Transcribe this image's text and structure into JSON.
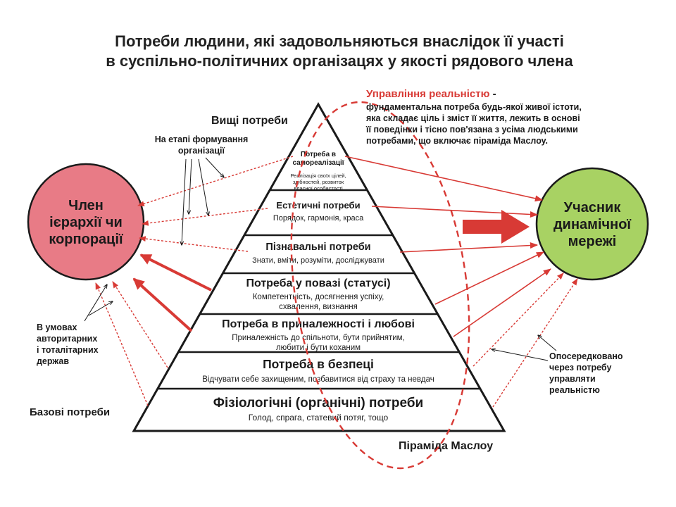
{
  "title": {
    "line1": "Потреби людини, які задовольняються внаслідок її участі",
    "line2": "в  суспільно-політичних організацях у якості рядового члена"
  },
  "left_circle": {
    "lines": [
      "Член",
      "ієрархії чи",
      "корпорації"
    ],
    "fill": "#e87b86"
  },
  "right_circle": {
    "lines": [
      "Учасник",
      "динамічної",
      "мережі"
    ],
    "fill": "#a8d263"
  },
  "pyramid": {
    "higher_label": "Вищі потреби",
    "base_label": "Базові потреби",
    "caption": "Піраміда Маслоу",
    "levels": [
      {
        "title": [
          "Потреба в",
          "самореалізації"
        ],
        "desc": [
          "Реалізація своїх цілей,",
          "здібностей, розвиток",
          "власної особистості"
        ]
      },
      {
        "title": [
          "Естетичні потреби"
        ],
        "desc": [
          "Порядок, гармонія, краса"
        ]
      },
      {
        "title": [
          "Пізнавальні потреби"
        ],
        "desc": [
          "Знати, вміти, розуміти, досліджувати"
        ]
      },
      {
        "title": [
          "Потреба у повазі (статусі)"
        ],
        "desc": [
          "Компетентність, досягнення успіху,",
          "схвалення, визнання"
        ]
      },
      {
        "title": [
          "Потреба в приналежності і любові"
        ],
        "desc": [
          "Приналежність до спільноти, бути прийнятим,",
          "любити і бути коханим"
        ]
      },
      {
        "title": [
          "Потреба в безпеці"
        ],
        "desc": [
          "Відчувати себе захищеним, позбавитися від страху та невдач"
        ]
      },
      {
        "title": [
          "Фізіологічні (органічні) потреби"
        ],
        "desc": [
          "Голод, спрага, статевий потяг, тощо"
        ]
      }
    ]
  },
  "annotations": {
    "formation": [
      "На етапі формування",
      "організації"
    ],
    "authoritarian": [
      "В умовах",
      "авторитарних",
      "і тоталітарних",
      "держав"
    ],
    "mediated": [
      "Опосередковано",
      "через потребу",
      "управляти",
      "реальністю"
    ],
    "reality": {
      "head": "Управління реальністю",
      "dash": " -",
      "lines": [
        "фундаментальна потреба будь-якої живої  істоти,",
        "яка складає  ціль і зміст її життя,  лежить в основі",
        "її поведінки і тісно пов'язана з усіма людськими",
        "потребами, що включає піраміда Маслоу."
      ]
    }
  },
  "colors": {
    "accent_red": "#d83a35",
    "line": "#1a1a1a"
  }
}
